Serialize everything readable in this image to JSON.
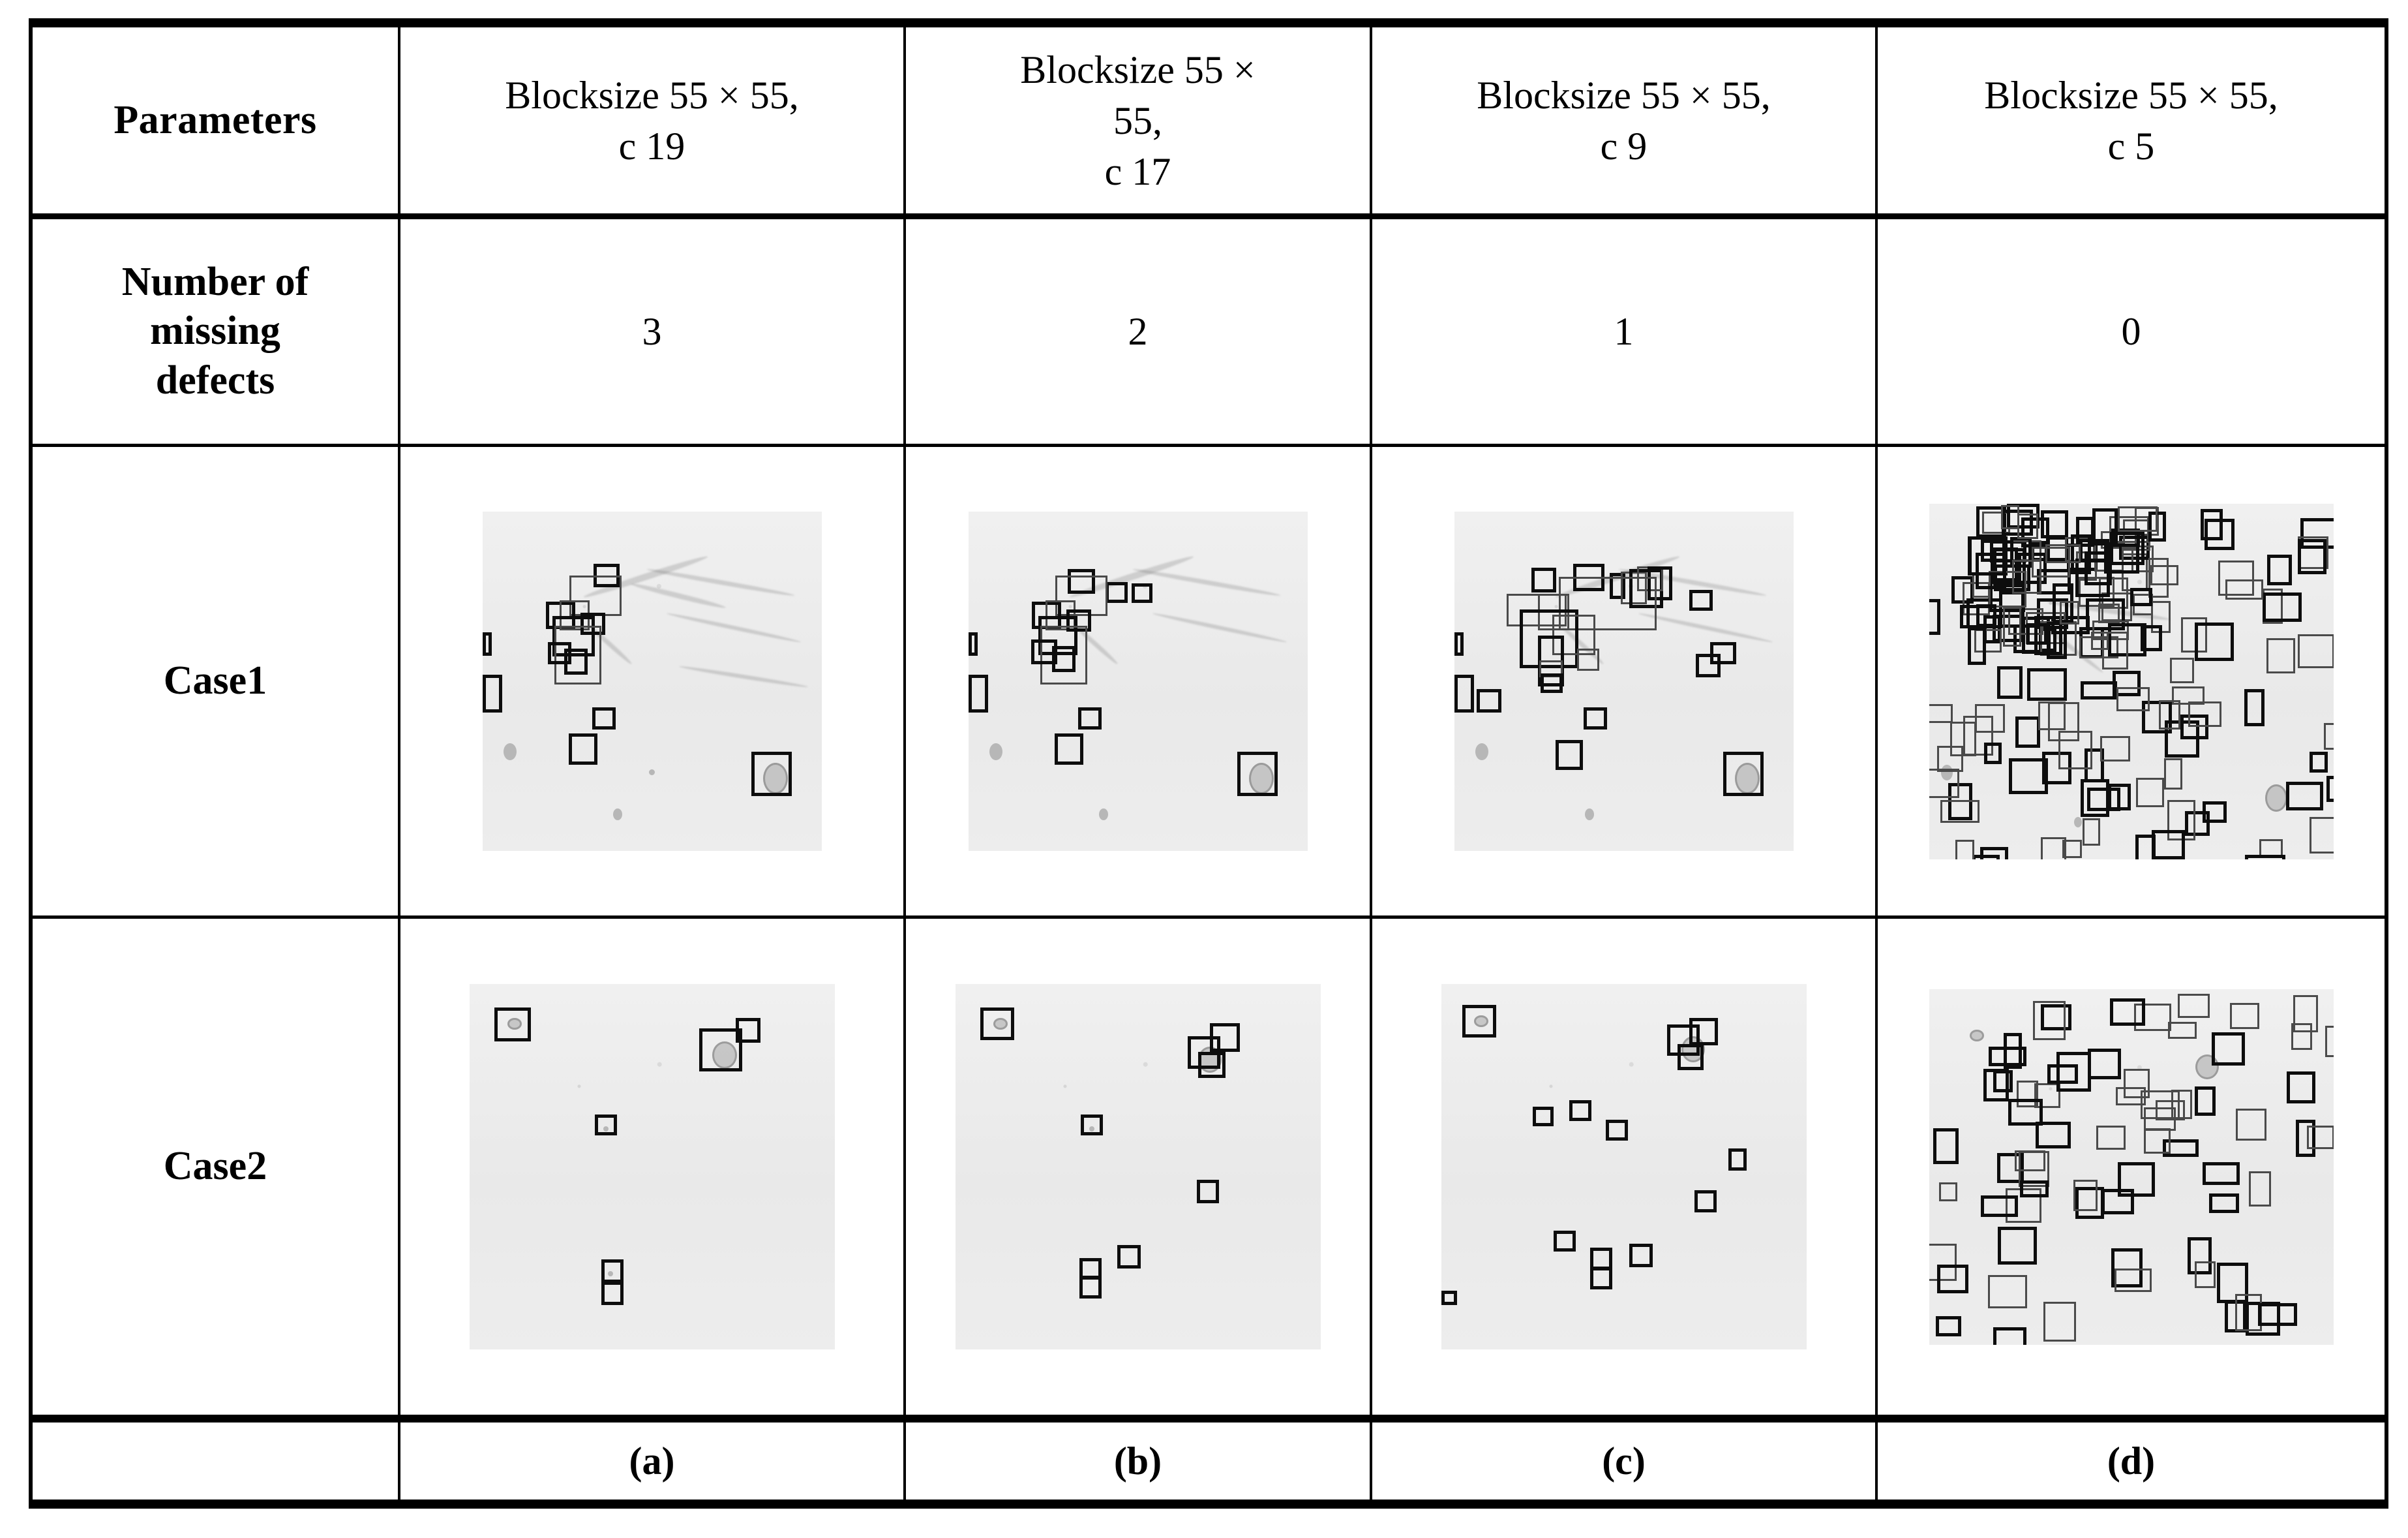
{
  "table": {
    "columns": [
      {
        "key": "param",
        "header": "Parameters"
      },
      {
        "key": "c19",
        "header_lines": [
          "Blocksize 55 × 55,",
          "c 19"
        ],
        "letter": "(a)",
        "missing_defects": "3"
      },
      {
        "key": "c17",
        "header_lines": [
          "Blocksize 55 ×",
          "55,",
          "c 17"
        ],
        "letter": "(b)",
        "missing_defects": "2"
      },
      {
        "key": "c9",
        "header_lines": [
          "Blocksize 55 × 55,",
          "c 9"
        ],
        "letter": "(c)",
        "missing_defects": "1"
      },
      {
        "key": "c5",
        "header_lines": [
          "Blocksize 55 × 55,",
          "c 5"
        ],
        "letter": "(d)",
        "missing_defects": "0"
      }
    ],
    "rows": [
      {
        "key": "missing",
        "label_lines": [
          "Number of",
          "missing",
          "defects"
        ],
        "values": [
          "3",
          "2",
          "1",
          "0"
        ]
      },
      {
        "key": "case1",
        "label": "Case1"
      },
      {
        "key": "case2",
        "label": "Case2"
      },
      {
        "key": "letters",
        "label": "",
        "values": [
          "(a)",
          "(b)",
          "(c)",
          "(d)"
        ]
      }
    ]
  },
  "headers": {
    "parameters": "Parameters",
    "col_a_line1": "Blocksize 55 × 55,",
    "col_a_line2": "c 19",
    "col_b_line1": "Blocksize 55 ×",
    "col_b_line2": "55,",
    "col_b_line3": "c 17",
    "col_c_line1": "Blocksize 55 × 55,",
    "col_c_line2": "c 9",
    "col_d_line1": "Blocksize 55 × 55,",
    "col_d_line2": "c 5"
  },
  "row_labels": {
    "missing_line1": "Number of",
    "missing_line2": "missing",
    "missing_line3": "defects",
    "case1": "Case1",
    "case2": "Case2"
  },
  "missing_defect_counts": {
    "a": "3",
    "b": "2",
    "c": "1",
    "d": "0"
  },
  "subfigure_letters": {
    "a": "(a)",
    "b": "(b)",
    "c": "(c)",
    "d": "(d)"
  },
  "colors": {
    "rule": "#000000",
    "panel_background": "#ececec",
    "box_outline": "#1b1b1b",
    "page_background": "#ffffff"
  },
  "panels": {
    "case1_a": {
      "detections_approx": 11,
      "description": "grayscale surface with sparse bounding boxes clustered upper-left"
    },
    "case1_b": {
      "detections_approx": 14,
      "description": "grayscale surface, slightly more boxes than (a)"
    },
    "case1_c": {
      "detections_approx": 22,
      "description": "grayscale surface, moderate box density"
    },
    "case1_d": {
      "detections_approx": 160,
      "description": "grayscale surface saturated with false-positive boxes"
    },
    "case2_a": {
      "detections_approx": 6,
      "description": "clean surface, few boxes on round defects"
    },
    "case2_b": {
      "detections_approx": 8,
      "description": "clean surface, few boxes"
    },
    "case2_c": {
      "detections_approx": 12,
      "description": "clean surface, moderate boxes"
    },
    "case2_d": {
      "detections_approx": 70,
      "description": "clean surface with many false-positive boxes"
    }
  }
}
